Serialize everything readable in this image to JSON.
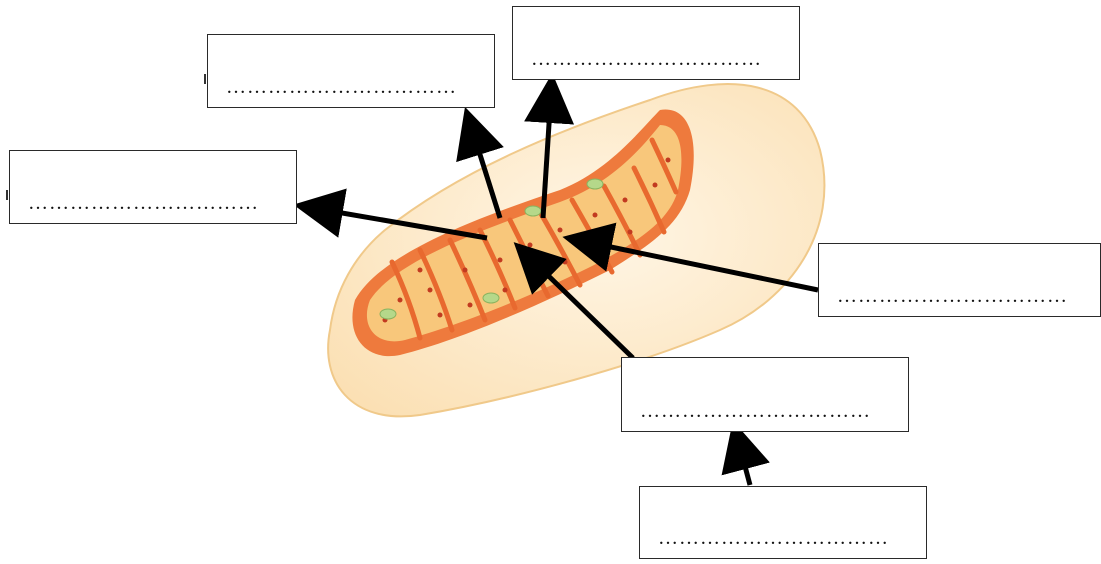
{
  "diagram": {
    "colors": {
      "outer_membrane": "#fde9c8",
      "outer_edge": "#f2cf96",
      "intermembrane": "#ef7a3e",
      "matrix": "#f7c87a",
      "cristae": "#e96a34",
      "granule": "#c0301a",
      "ribosome_blob": "#b7d98b",
      "arrow": "#000000"
    },
    "labels": [
      {
        "id": "label-top-left",
        "text": "……………………………"
      },
      {
        "id": "label-top-right",
        "text": "……………………………"
      },
      {
        "id": "label-left",
        "text": "……………………………"
      },
      {
        "id": "label-right",
        "text": "……………………………"
      },
      {
        "id": "label-bottom-middle",
        "text": "……………………………"
      },
      {
        "id": "label-bottom",
        "text": "……………………………"
      }
    ]
  }
}
